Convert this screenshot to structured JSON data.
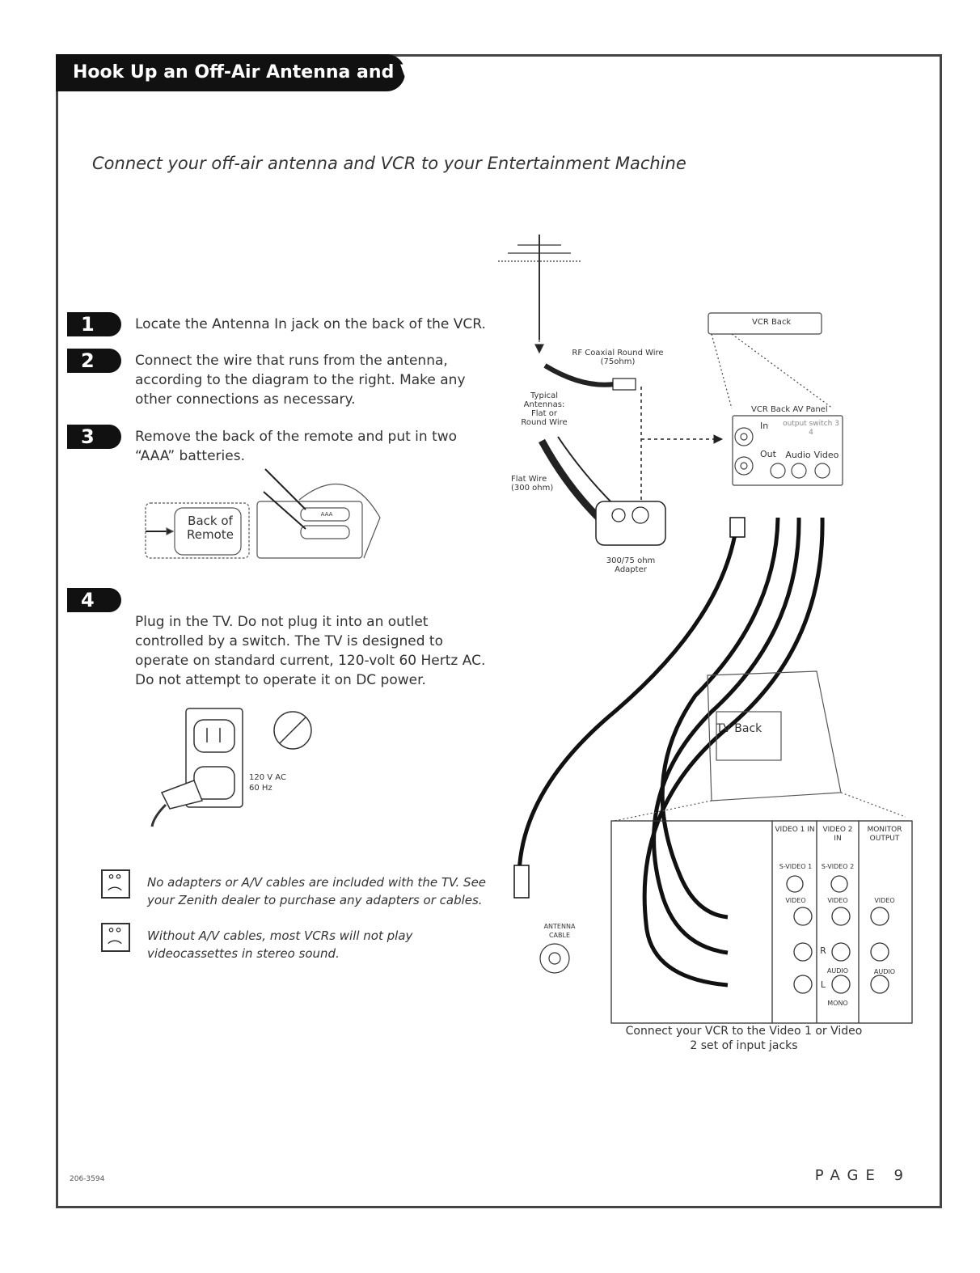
{
  "header": {
    "title": "Hook Up an Off-Air Antenna and VCR"
  },
  "subtitle": "Connect your off-air antenna and VCR to your Entertainment Machine",
  "steps": [
    {
      "number": "1",
      "text": "Locate the Antenna In jack on the back of the VCR."
    },
    {
      "number": "2",
      "text": "Connect the wire that runs from the antenna, according to the diagram to the right. Make any other connections as necessary."
    },
    {
      "number": "3",
      "text": "Remove the back of the remote and put in two “AAA” batteries."
    },
    {
      "number": "4",
      "text": "Plug in the TV. Do not plug it into an outlet controlled by  a switch. The TV is designed to operate on standard current, 120-volt 60 Hertz AC. Do not attempt to operate it on DC power."
    }
  ],
  "remote_labels": {
    "back_of_remote": "Back of Remote",
    "aaa": "AAA"
  },
  "outlet_labels": {
    "voltage": "120 V AC",
    "frequency": "60 Hz"
  },
  "notes": [
    {
      "icon": "note-face-icon",
      "text": "No adapters or A/V cables are included with the TV. See your Zenith dealer to purchase any adapters or cables."
    },
    {
      "icon": "note-face-icon",
      "text": "Without A/V cables, most VCRs will not play videocassettes in stereo sound."
    }
  ],
  "diagram": {
    "rf_coaxial": "RF Coaxial Round Wire (75ohm)",
    "typical_antennas": "Typical Antennas: Flat or Round Wire",
    "flat_wire": "Flat Wire (300 ohm)",
    "adapter": "300/75 ohm Adapter",
    "vcr_back": "VCR Back",
    "vcr_back_av_panel": "VCR Back AV Panel",
    "vcr_in": "In",
    "vcr_out": "Out",
    "vcr_output_switch": "output switch 3  4",
    "vcr_audio": "Audio",
    "vcr_video": "Video",
    "tv_back": "TV Back",
    "antenna_cable": "ANTENNA CABLE",
    "video1_in": "VIDEO 1 IN",
    "video2_in": "VIDEO 2 IN",
    "monitor_output": "MONITOR OUTPUT",
    "svideo1": "S-VIDEO 1",
    "svideo2": "S-VIDEO 2",
    "video": "VIDEO",
    "audio": "AUDIO",
    "mono": "MONO",
    "r": "R",
    "l": "L"
  },
  "caption": "Connect your VCR to the Video 1 or Video 2 set of input jacks",
  "footer": {
    "doc_number": "206-3594",
    "page": "PAGE 9"
  }
}
